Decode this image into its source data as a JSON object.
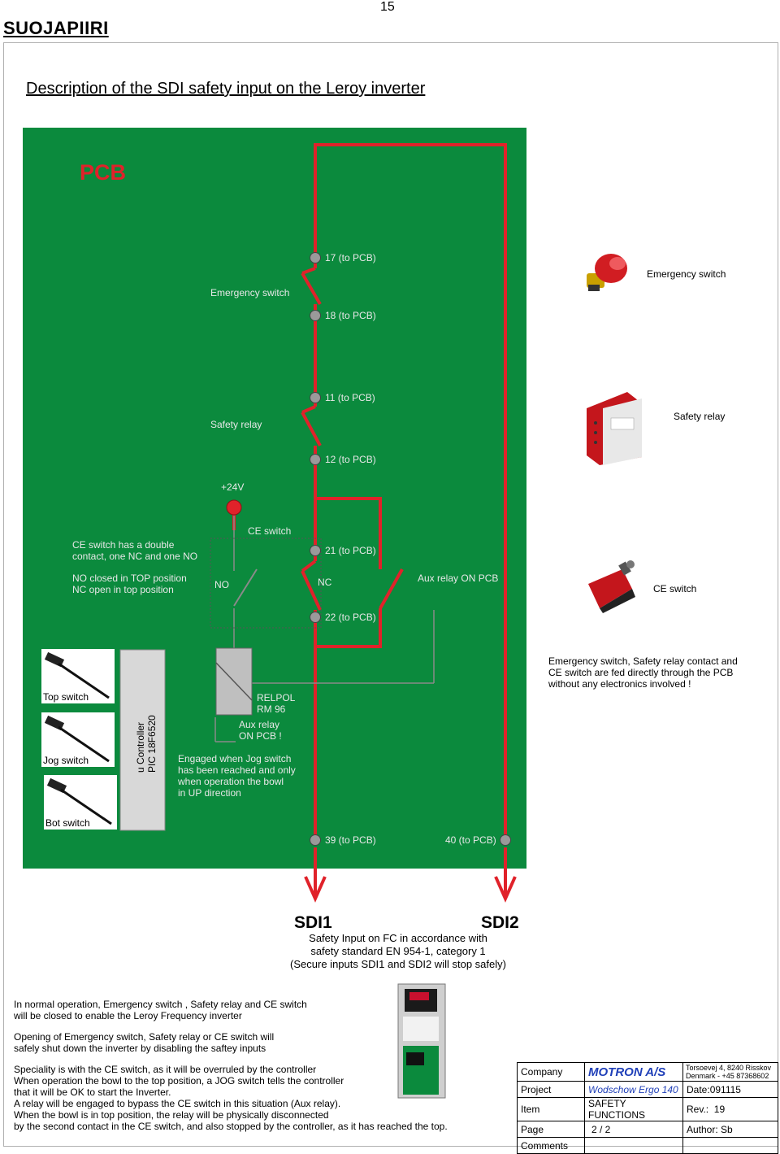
{
  "header": {
    "brand": "SUOJAPIIRI",
    "page_number": "15"
  },
  "title": "Description of the SDI safety input on  the Leroy inverter",
  "pcb": {
    "label": "PCB",
    "terminal_17": "17 (to PCB)",
    "terminal_18": "18 (to PCB)",
    "terminal_11": "11 (to PCB)",
    "terminal_12": "12 (to PCB)",
    "terminal_21": "21 (to PCB)",
    "terminal_22": "22 (to PCB)",
    "terminal_39": "39 (to PCB)",
    "terminal_40": "40 (to PCB)",
    "emergency_switch_label": "Emergency switch",
    "safety_relay_label": "Safety relay",
    "plus24v": "+24V",
    "ce_switch_label": "CE switch",
    "ce_desc_line1": "CE switch has a double",
    "ce_desc_line2": "contact, one NC and one NO",
    "no_desc_line1": "NO closed in TOP position",
    "no_desc_line2": "NC open in top position",
    "no_label": "NO",
    "nc_label": "NC",
    "aux_relay_on_pcb": "Aux relay ON PCB",
    "relpol_line1": "RELPOL",
    "relpol_line2": "RM 96",
    "aux_relay_line1": "Aux relay",
    "aux_relay_line2": "ON PCB !",
    "engaged_line1": "Engaged when Jog switch",
    "engaged_line2": "has been reached and only",
    "engaged_line3": "when operation the bowl",
    "engaged_line4": "in UP direction",
    "top_switch": "Top switch",
    "jog_switch": "Jog switch",
    "bot_switch": "Bot switch",
    "controller_line1": "u Controller",
    "controller_line2": "PIC 18F6520"
  },
  "side": {
    "emergency_switch": "Emergency switch",
    "safety_relay": "Safety relay",
    "ce_switch": "CE switch",
    "fed_line1": "Emergency switch, Safety relay contact and",
    "fed_line2": "CE switch are fed directly through the PCB",
    "fed_line3": "without any electronics involved !"
  },
  "sdi": {
    "sdi1": "SDI1",
    "sdi2": "SDI2",
    "line1": "Safety Input on FC in accordance with",
    "line2": "safety standard EN 954-1, category 1",
    "line3": "(Secure inputs SDI1 and SDI2 will stop safely)"
  },
  "notes": {
    "p1_line1": "In normal operation, Emergency switch , Safety relay and CE switch",
    "p1_line2": "will be closed to enable the Leroy Frequency inverter",
    "p2_line1": "Opening of Emergency switch, Safety relay or CE switch will",
    "p2_line2": "safely shut down the inverter by disabling the saftey inputs",
    "p3_line1": "Speciality is with the CE switch, as it will be overruled by the controller",
    "p3_line2": "When operation the bowl to the top position, a JOG switch tells the controller",
    "p3_line3": "that it will be OK to start the Inverter.",
    "p3_line4": "A relay will be engaged to bypass the CE switch in this situation (Aux relay).",
    "p3_line5": "When the bowl is in top position, the relay will be physically disconnected",
    "p3_line6": "by the second contact in the CE switch, and also stopped by the controller, as it has reached the top."
  },
  "title_block": {
    "company_label": "Company",
    "company": "MOTRON A/S",
    "address_line1": "Torsoevej 4, 8240 Risskov",
    "address_line2": "Denmark  -  +45 87368602",
    "project_label": "Project",
    "project": "Wodschow Ergo 140",
    "date_label": "Date:",
    "date": "091115",
    "item_label": "Item",
    "item": "SAFETY FUNCTIONS",
    "rev_label": "Rev.:",
    "rev": "19",
    "page_label": "Page",
    "page": "2 / 2",
    "author_label": "Author:",
    "author": "Sb",
    "comments_label": "Comments"
  },
  "colors": {
    "pcb_green": "#0b8a3d",
    "wire_red": "#e0222a",
    "terminal_grey": "#9a9a9a",
    "company_blue": "#1f3fb8"
  }
}
